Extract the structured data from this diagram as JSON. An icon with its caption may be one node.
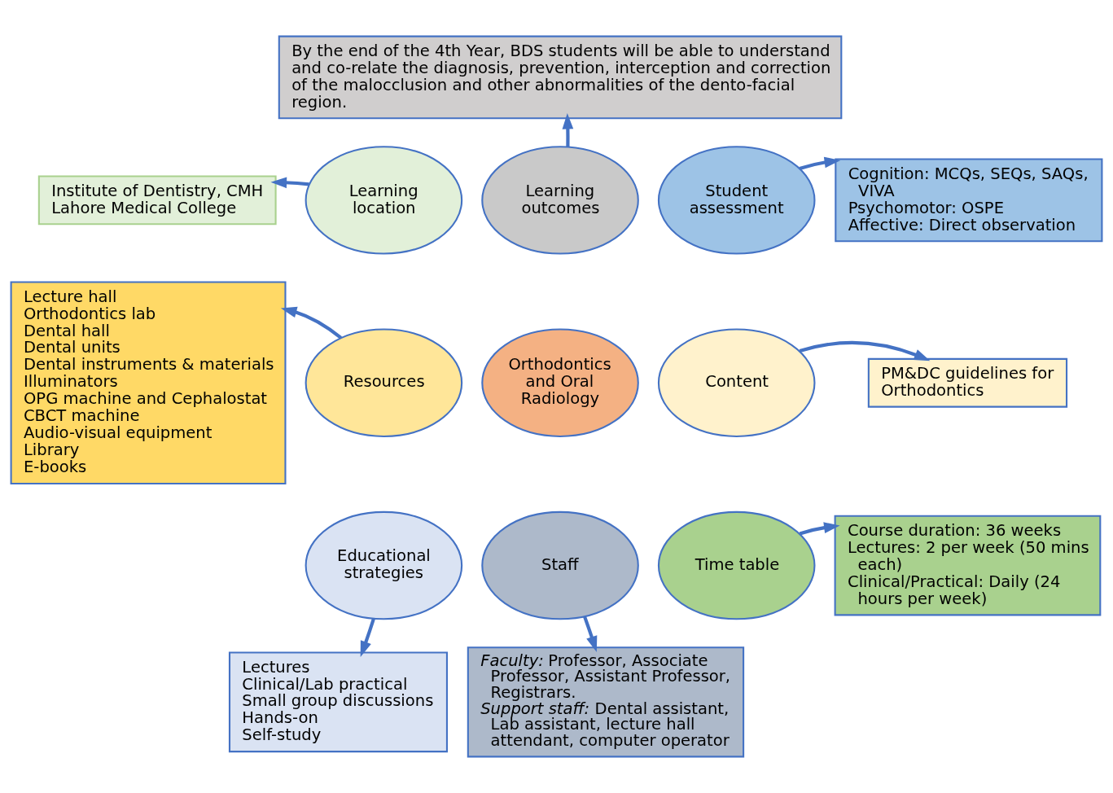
{
  "diagram": {
    "nodes": [
      {
        "text": [
          "By the end of the 4th Year, BDS students will be able to understand and co-relate the diagnosis, prevention, interception and correction of the malocclusion and other abnormalities of the dento-facial region."
        ]
      },
      {
        "text": [
          "Learning outcomes"
        ]
      },
      {
        "text": [
          "Institute of Dentistry, CMH Lahore Medical College"
        ]
      },
      {
        "text": [
          "Learning location"
        ]
      },
      {
        "text": [
          "Student assessment"
        ]
      },
      {
        "text": [
          "Cognition: MCQs, SEQs, SAQs, VIVA",
          "Psychomotor: OSPE",
          "Affective: Direct observation"
        ]
      },
      {
        "text": [
          "Lecture hall",
          "Orthodontics lab",
          "Dental hall",
          "Dental units",
          "Dental instruments & materials",
          "Illuminators",
          "OPG machine and Cephalostat",
          "CBCT machine",
          "Audio-visual equipment",
          "Library",
          "E-books"
        ]
      },
      {
        "text": [
          "Resources"
        ]
      },
      {
        "text": [
          "Orthodontics and Oral Radiology"
        ]
      },
      {
        "text": [
          "Content"
        ]
      },
      {
        "text": [
          "PM&DC guidelines for Orthodontics"
        ]
      },
      {
        "text": [
          "Educational strategies"
        ]
      },
      {
        "text": [
          "Staff"
        ]
      },
      {
        "text": [
          "Time table"
        ]
      },
      {
        "text": [
          "Course duration: 36 weeks",
          "Lectures: 2 per week (50 mins each)",
          "Clinical/Practical: Daily (24 hours per week)"
        ]
      },
      {
        "text": [
          "Lectures",
          "Clinical/Lab practical",
          "Small group discussions",
          "Hands-on",
          "Self-study"
        ]
      },
      {
        "text": [
          "*Faculty:* Professor, Associate Professor, Assistant Professor, Registrars.",
          "*Support staff:* Dental assistant, Lab assistant, lecture hall attendant, computer operator"
        ]
      }
    ],
    "edges": [
      {
        "from": 1,
        "to": 0,
        "arrow": "to"
      },
      {
        "from": 3,
        "to": 2,
        "arrow": "to"
      },
      {
        "from": 4,
        "to": 5,
        "arrow": "to"
      },
      {
        "from": 7,
        "to": 6,
        "arrow": "to"
      },
      {
        "from": 9,
        "to": 10,
        "arrow": "to"
      },
      {
        "from": 11,
        "to": 15,
        "arrow": "to"
      },
      {
        "from": 12,
        "to": 16,
        "arrow": "to"
      },
      {
        "from": 13,
        "to": 14,
        "arrow": "to"
      }
    ]
  }
}
